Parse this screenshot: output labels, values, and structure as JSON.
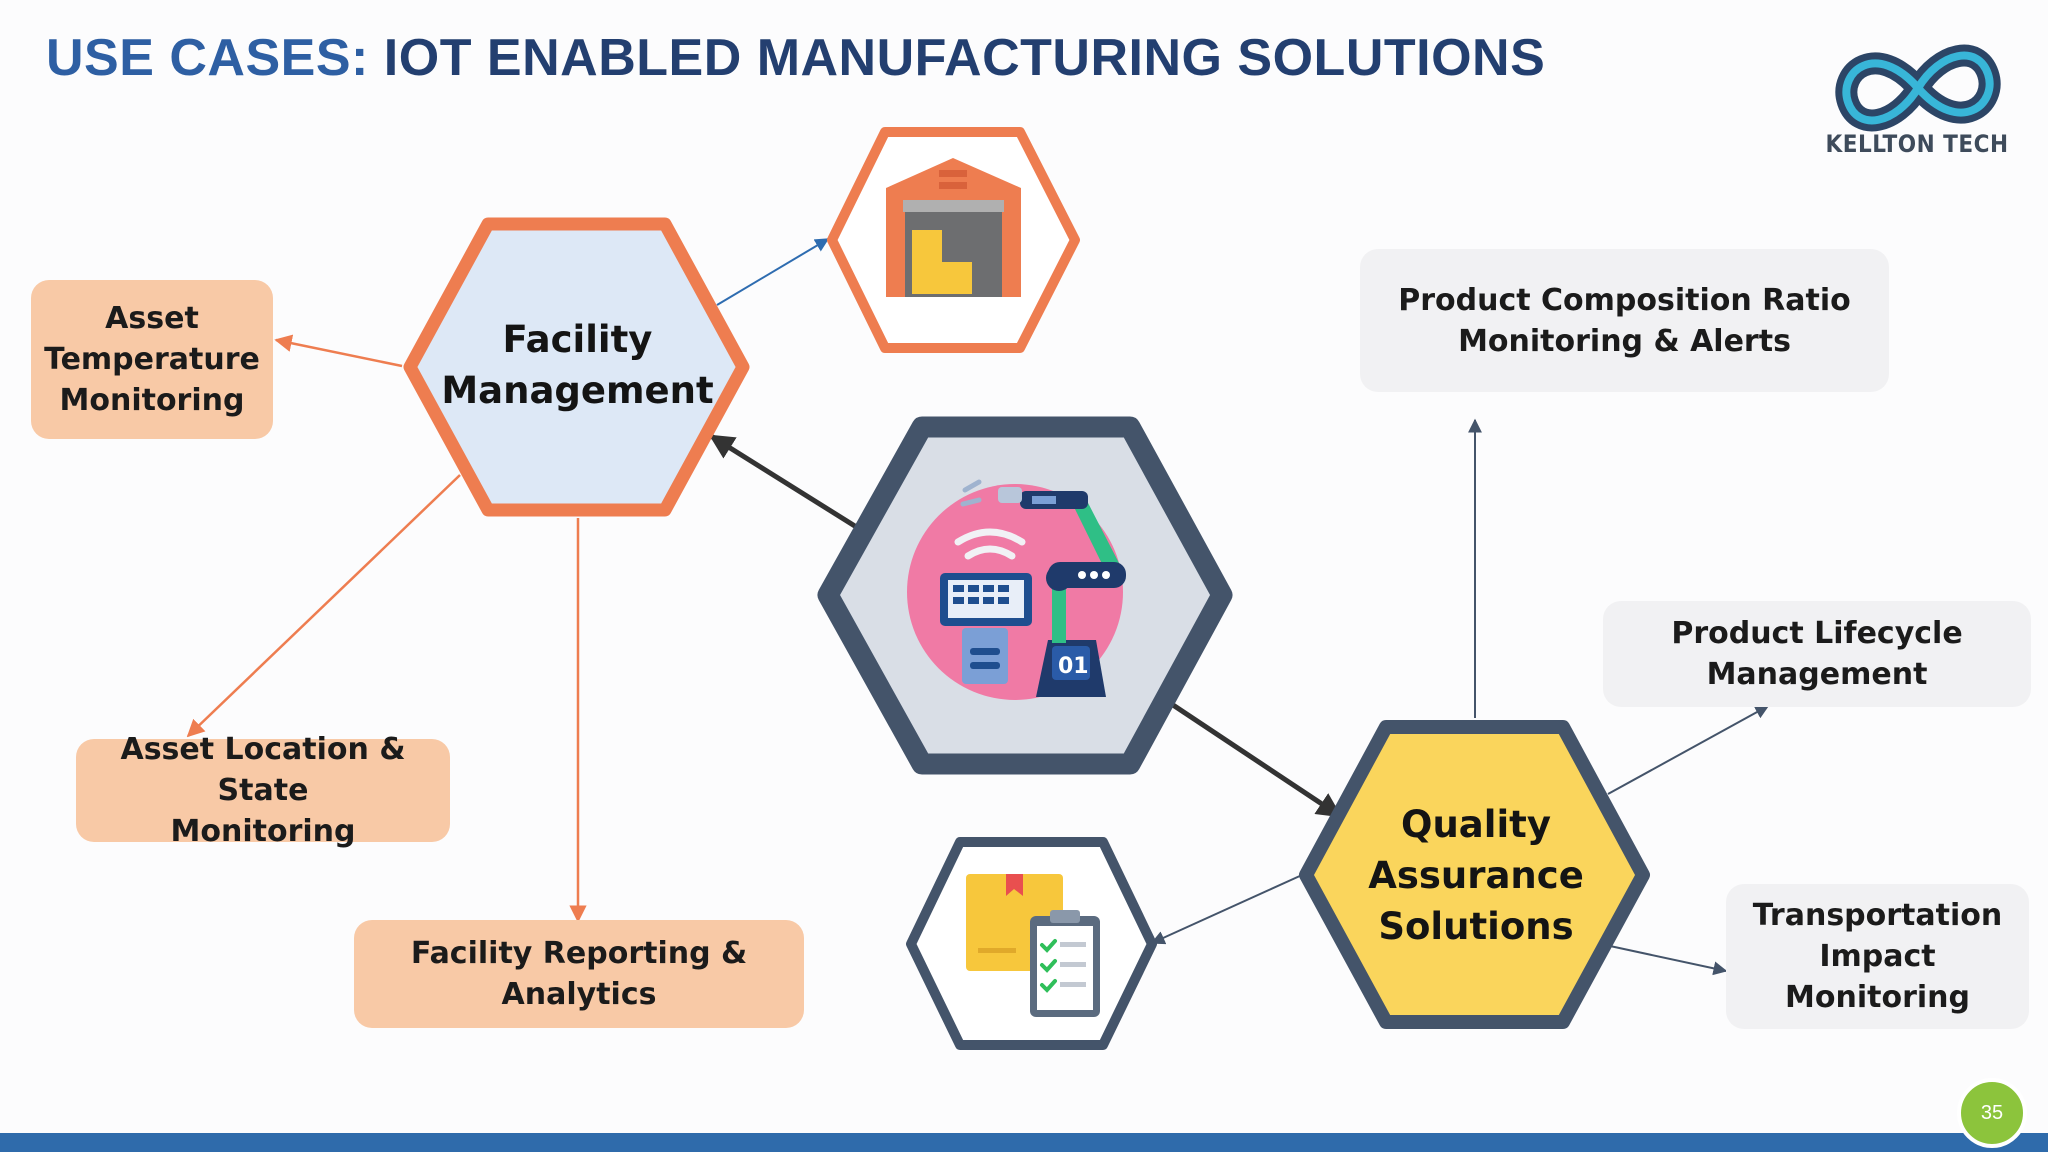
{
  "header": {
    "title_prefix": "USE CASES:",
    "title_main": "IOT ENABLED MANUFACTURING SOLUTIONS"
  },
  "logo": {
    "text": "KELLTON TECH",
    "icon": "infinity-logo-icon"
  },
  "hubs": {
    "facility": "Facility\nManagement",
    "quality": "Quality\nAssurance\nSolutions"
  },
  "boxes": {
    "asset_temperature": "Asset\nTemperature\nMonitoring",
    "asset_location": "Asset Location & State\nMonitoring",
    "facility_reporting": "Facility Reporting &\nAnalytics",
    "product_composition": "Product Composition Ratio\nMonitoring & Alerts",
    "product_lifecycle": "Product Lifecycle\nManagement",
    "transportation": "Transportation\nImpact Monitoring"
  },
  "icons": {
    "center": "iot-robot-arm-icon",
    "warehouse": "warehouse-icon",
    "checklist": "package-checklist-icon"
  },
  "colors": {
    "orange": "#ee7d50",
    "slate": "#44546a",
    "facility_fill": "#dde8f6",
    "quality_fill": "#fad55c",
    "box_orange": "#f8c9a6",
    "box_grey": "#f1f1f3",
    "title_accent": "#2e5fa3",
    "title_main": "#233f70"
  },
  "footer": {
    "page_number": "35"
  }
}
